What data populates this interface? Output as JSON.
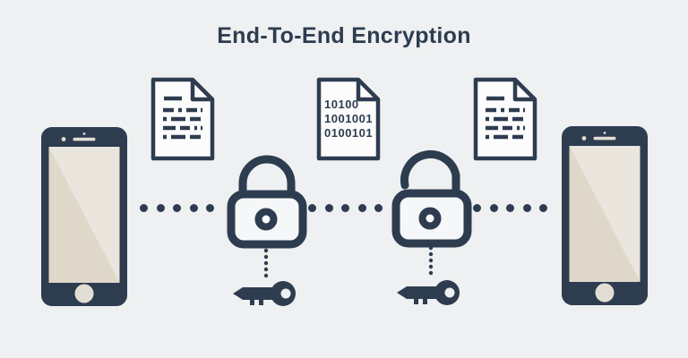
{
  "title": "End-To-End Encryption",
  "colors": {
    "background": "#eef0f1",
    "ink": "#2e3c50",
    "paper": "#fcfcfc",
    "screen_shade_dark": "#ded7ca",
    "screen_shade_light": "#eae5dd",
    "phone_detail": "#e3ded3",
    "lock_fill": "#f6f7f8"
  },
  "encrypted_document": {
    "lines": [
      "10100",
      "1001001",
      "0100101"
    ]
  },
  "icons": {
    "sender_phone": "smartphone-icon",
    "receiver_phone": "smartphone-icon",
    "plaintext_left": "document-text-icon",
    "ciphertext": "document-binary-icon",
    "plaintext_right": "document-text-icon",
    "encrypt_lock": "padlock-locked-icon",
    "decrypt_lock": "padlock-unlocked-icon",
    "encrypt_key": "key-icon",
    "decrypt_key": "key-icon"
  },
  "connections": {
    "dots_per_segment": 5
  }
}
